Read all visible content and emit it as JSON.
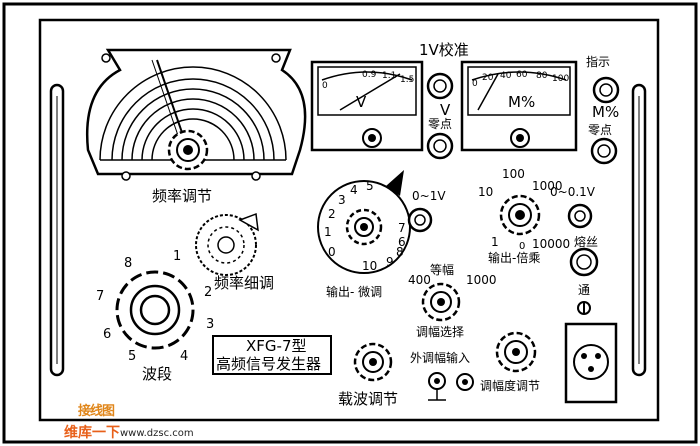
{
  "labels": {
    "freq_adjust": "频率调节",
    "fine_freq": "频率细调",
    "band": "波段",
    "model_line1": "XFG-7型",
    "model_line2": "高频信号发生器",
    "carrier_adjust": "载波调节",
    "output_fine": "输出- 微调",
    "output_multi": "输出-倍乘",
    "mod_select": "调幅选择",
    "equal_amp": "等幅",
    "ext_mod_input": "外调幅输入",
    "mod_depth": "调幅度调节",
    "v_cal": "1V校准",
    "v_zero_v": "V",
    "v_zero": "零点",
    "indicator": "指示",
    "m_pct": "M%",
    "m_zero": "零点",
    "fuse": "熔丝",
    "on": "通",
    "range_1v": "0~1V",
    "range_01v": "0~0.1V"
  },
  "meters": {
    "voltmeter": {
      "unit": "V",
      "scale": [
        "0",
        "0.9",
        "1.1",
        "1.5"
      ]
    },
    "mod_meter": {
      "unit": "M%",
      "scale": [
        "0",
        "20",
        "40",
        "60",
        "80",
        "100"
      ]
    }
  },
  "band_positions": [
    "1",
    "2",
    "3",
    "4",
    "5",
    "6",
    "7",
    "8"
  ],
  "fine_dial_marks": [
    "0",
    "1",
    "2",
    "3",
    "4",
    "5",
    "6",
    "7",
    "8",
    "9",
    "10"
  ],
  "multiplier_marks": [
    "1",
    "10",
    "100",
    "1000",
    "10000",
    "0"
  ],
  "mod_select_marks": [
    "400",
    "1000"
  ],
  "watermark": {
    "title": "接线图",
    "brand": "维库一下",
    "url": "www.dzsc.com"
  }
}
